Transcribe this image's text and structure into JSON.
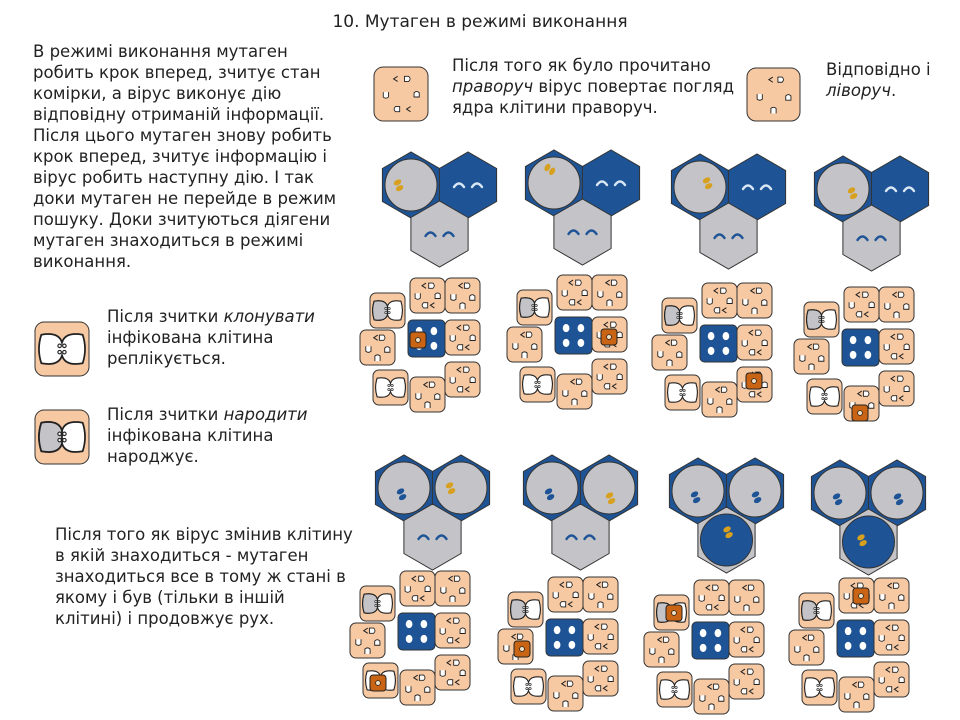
{
  "title": "10.  Мутаген в режимі виконання",
  "intro": "В режимі виконання мутаген робить крок вперед, зчитує стан комірки, а вірус виконує дію відповідну отриманій інформації. Після цього мутаген знову робить крок вперед, зчитує інформацію і вірус робить наступну дію. І так доки мутаген не перейде в режим пошуку. Доки зчитуються діягени мутаген знаходиться в режимі виконання.",
  "clone": {
    "before": "Після зчитки ",
    "verb": "клонувати",
    "after": " інфікована клітина реплікується."
  },
  "birth": {
    "before": "Після зчитки ",
    "verb": "народити",
    "after": " інфікована клітина народжує."
  },
  "after_change": "Після того як вірус змінив клітину в якій знаходиться - мутаген знаходиться все в тому ж стані в якому і був (тільки в іншій клітині) і продовжує рух.",
  "right": {
    "before": "Після того як було прочитано ",
    "verb": "праворуч",
    "after": " вірус повертає погляд ядра клітини праворуч."
  },
  "left": {
    "before": "Відповідно і ",
    "verb": "ліворуч",
    "after": "."
  },
  "colors": {
    "tile": "#f7c9a3",
    "nucleus_blue": "#1e5496",
    "cell_grey": "#c4c4c8",
    "mutagen": "#c86414",
    "virus_gold": "#d7a01e"
  },
  "icons": [
    "clone-diagen-icon",
    "birth-diagen-icon",
    "right-turn-diagen-icon",
    "left-turn-diagen-icon",
    "hex-cell-icon",
    "mutagen-marker-icon",
    "virus-icon"
  ]
}
